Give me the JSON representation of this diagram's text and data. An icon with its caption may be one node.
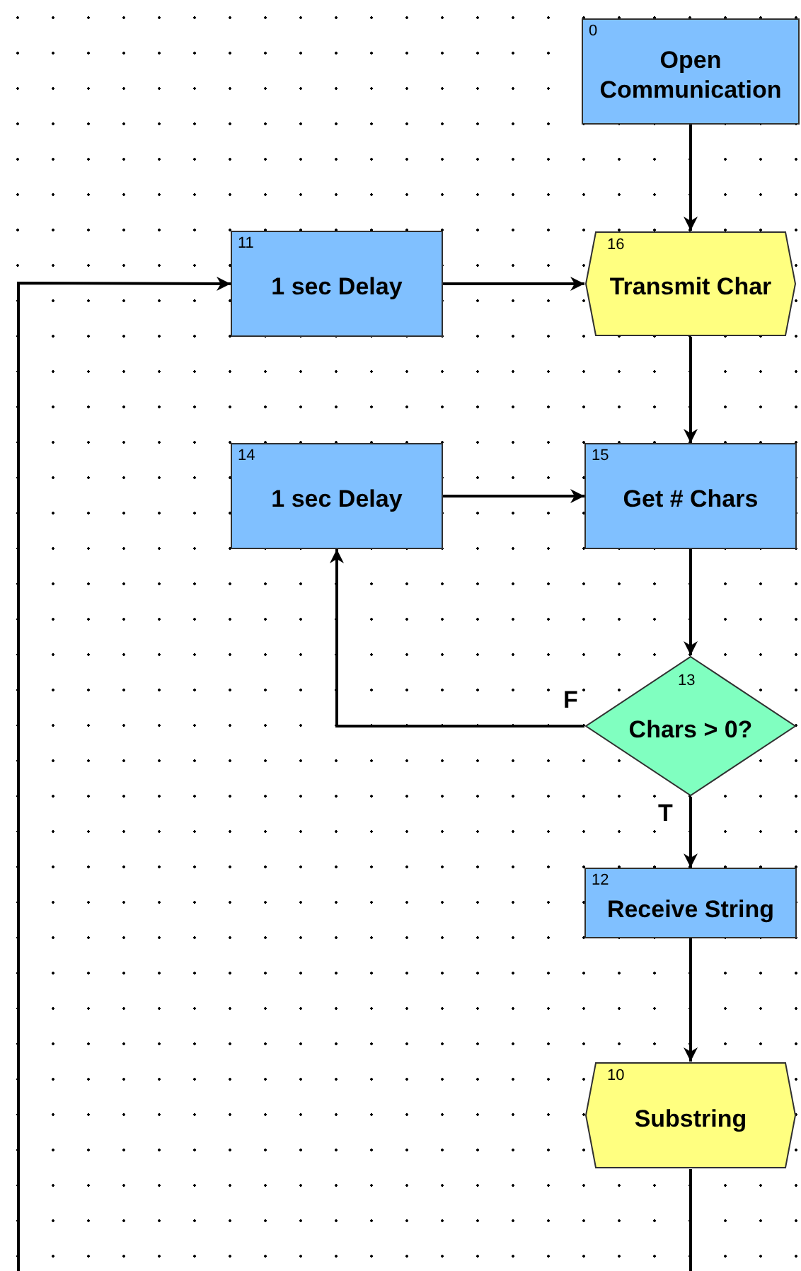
{
  "diagram": {
    "nodes": [
      {
        "text": [
          "0",
          "Open Communication"
        ]
      },
      {
        "text": [
          "11",
          "1 sec Delay"
        ]
      },
      {
        "text": [
          "16",
          "Transmit Char"
        ]
      },
      {
        "text": [
          "14",
          "1 sec Delay"
        ]
      },
      {
        "text": [
          "15",
          "Get # Chars"
        ]
      },
      {
        "text": [
          "13",
          "Chars > 0?"
        ]
      },
      {
        "text": [
          "12",
          "Receive String"
        ]
      },
      {
        "text": [
          "10",
          "Substring"
        ]
      }
    ],
    "edges": [
      {
        "from": 0,
        "to": 2,
        "arrow": "to"
      },
      {
        "from": 1,
        "to": 2,
        "arrow": "to"
      },
      {
        "from": 2,
        "to": 4,
        "arrow": "to"
      },
      {
        "from": 3,
        "to": 4,
        "arrow": "to"
      },
      {
        "from": 4,
        "to": 5,
        "arrow": "to"
      },
      {
        "from": 5,
        "to": 3,
        "arrow": "to",
        "label": "F"
      },
      {
        "from": 5,
        "to": 6,
        "arrow": "to",
        "label": "T"
      },
      {
        "from": 6,
        "to": 7,
        "arrow": "to"
      },
      {
        "from": 7,
        "to": null,
        "arrow": "none"
      },
      {
        "from": null,
        "to": 1,
        "arrow": "to"
      }
    ]
  }
}
